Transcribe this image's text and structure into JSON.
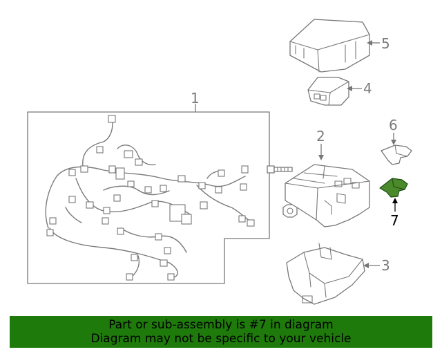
{
  "diagram": {
    "callouts": {
      "c1": "1",
      "c2": "2",
      "c3": "3",
      "c4": "4",
      "c5": "5",
      "c6": "6",
      "c7": "7"
    },
    "highlight_color": "#4a8a2a",
    "line_color": "#777777"
  },
  "banner": {
    "line1": "Part or sub-assembly is #7 in diagram",
    "line2": "Diagram may not be specific to your vehicle",
    "background": "#1f7a0c"
  }
}
